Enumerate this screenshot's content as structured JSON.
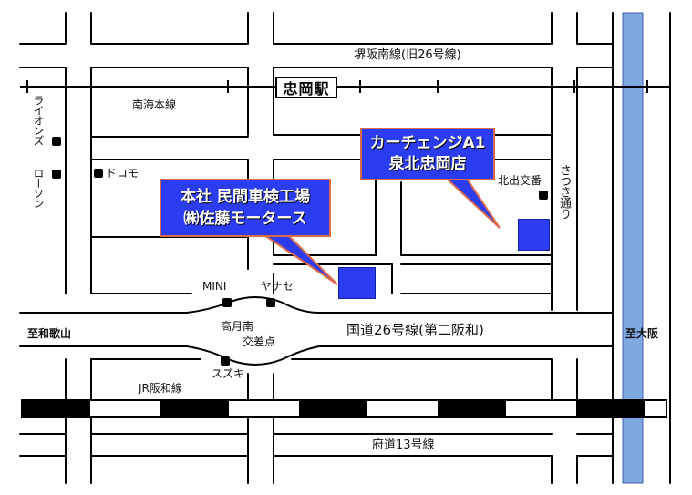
{
  "map": {
    "background_color": "#ffffff",
    "river_color": "#7fa7e0",
    "site_color": "#2c3cf0",
    "callout_border_color": "#d96a4a",
    "railway_dark_color": "#000000"
  },
  "roads": {
    "top_route": "堺阪南線(旧26号線)",
    "national_route": "国道26号線(第二阪和)",
    "prefectural_route": "府道13号線",
    "satsuki_street": "さつき通り"
  },
  "railways": {
    "nankai": "南海本線",
    "jr": "JR阪和線"
  },
  "station": {
    "name": "忠岡駅"
  },
  "intersection": {
    "line1": "高月南",
    "line2": "交差点"
  },
  "directions": {
    "west": "至和歌山",
    "east": "至大阪"
  },
  "landmarks": {
    "lions": "ライオンズ",
    "lawson": "ローソン",
    "docomo": "ドコモ",
    "police_box": "北出交番",
    "mini": "MINI",
    "yanase": "ヤナセ",
    "suzuki": "スズキ"
  },
  "callouts": {
    "head_office": {
      "line1": "本社 民間車検工場",
      "line2": "㈱佐藤モータース"
    },
    "car_change": {
      "line1": "カーチェンジA1",
      "line2": "泉北忠岡店"
    }
  }
}
